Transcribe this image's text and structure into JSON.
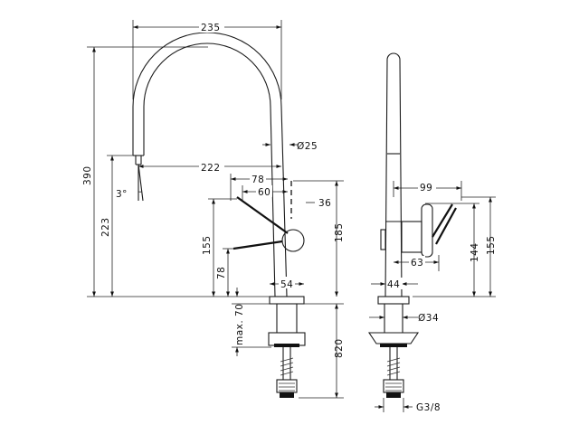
{
  "front_view": {
    "width_total": "235",
    "height_total": "390",
    "spout_diameter": "Ø25",
    "reach": "222",
    "handle_offset_a": "78",
    "handle_offset_b": "60",
    "handle_width": "36",
    "spray_angle": "3°",
    "height_outlet": "223",
    "height_handle_top": "155",
    "height_handle_axis": "78",
    "height_handle_from_base": "185",
    "base_diameter": "54",
    "max_thickness": "max. 70",
    "shank_length": "820"
  },
  "side_view": {
    "handle_reach": "99",
    "handle_height_a": "144",
    "handle_height_b": "155",
    "body_depth": "63",
    "base_width": "44",
    "shank_diameter": "Ø34",
    "thread": "G3/8"
  }
}
